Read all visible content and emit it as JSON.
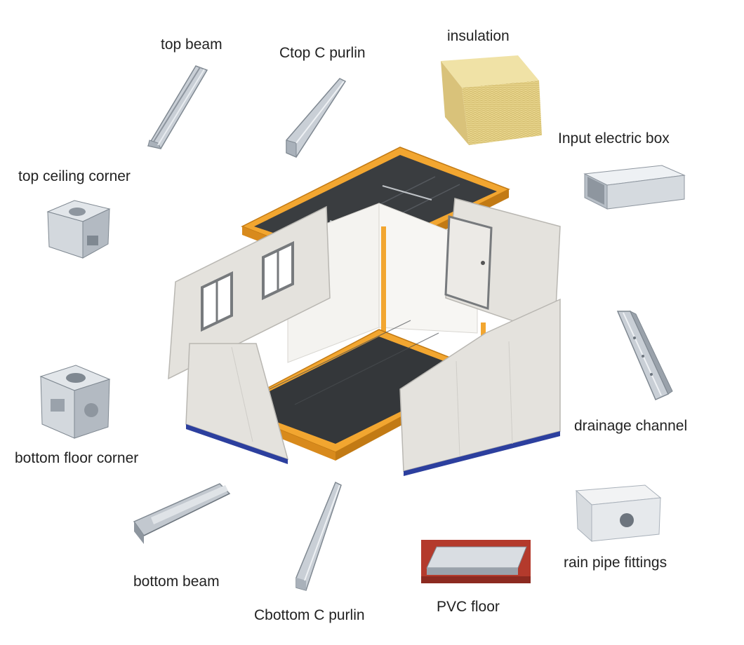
{
  "labels": {
    "top_beam": "top beam",
    "top_c_purlin": "Ctop C purlin",
    "insulation": "insulation",
    "input_electric_box": "Input electric box",
    "top_ceiling_corner": "top ceiling corner",
    "drainage_channel": "drainage channel",
    "bottom_floor_corner": "bottom floor corner",
    "bottom_beam": "bottom beam",
    "bottom_c_purlin": "Cbottom C purlin",
    "pvc_floor": "PVC floor",
    "rain_pipe_fittings": "rain pipe fittings"
  },
  "colors": {
    "frame": "#f2a630",
    "panel": "#e4e2dd",
    "panel_edge": "#b9b7b2",
    "floor": "#3a3d40",
    "steel": "#c9cfd6",
    "steel_dark": "#8e969f",
    "insulation": "#e6d38a",
    "blue_trim": "#2c3f9e",
    "red_floor": "#b43a2c"
  }
}
